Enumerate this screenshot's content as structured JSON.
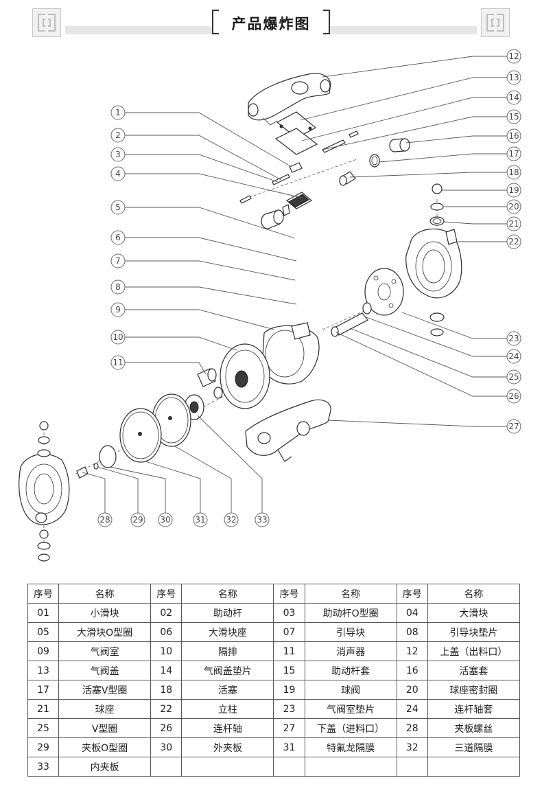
{
  "title": "产品爆炸图",
  "table": {
    "headers": [
      "序号",
      "名称",
      "序号",
      "名称",
      "序号",
      "名称",
      "序号",
      "名称"
    ],
    "rows": [
      [
        {
          "no": "01",
          "name": "小滑块"
        },
        {
          "no": "02",
          "name": "助动杆"
        },
        {
          "no": "03",
          "name": "助动杆O型圈"
        },
        {
          "no": "04",
          "name": "大滑块"
        }
      ],
      [
        {
          "no": "05",
          "name": "大滑块O型圈"
        },
        {
          "no": "06",
          "name": "大滑块座"
        },
        {
          "no": "07",
          "name": "引导块"
        },
        {
          "no": "08",
          "name": "引导块垫片"
        }
      ],
      [
        {
          "no": "09",
          "name": "气阀室"
        },
        {
          "no": "10",
          "name": "隔排"
        },
        {
          "no": "11",
          "name": "消声器"
        },
        {
          "no": "12",
          "name": "上盖（出料口）"
        }
      ],
      [
        {
          "no": "13",
          "name": "气阀盖"
        },
        {
          "no": "14",
          "name": "气阀盖垫片"
        },
        {
          "no": "15",
          "name": "助动杆套"
        },
        {
          "no": "16",
          "name": "活塞套"
        }
      ],
      [
        {
          "no": "17",
          "name": "活塞V型圈"
        },
        {
          "no": "18",
          "name": "活塞"
        },
        {
          "no": "19",
          "name": "球阀"
        },
        {
          "no": "20",
          "name": "球座密封圈"
        }
      ],
      [
        {
          "no": "21",
          "name": "球座"
        },
        {
          "no": "22",
          "name": "立柱"
        },
        {
          "no": "23",
          "name": "气阀室垫片"
        },
        {
          "no": "24",
          "name": "连杆轴套"
        }
      ],
      [
        {
          "no": "25",
          "name": "V型圈"
        },
        {
          "no": "26",
          "name": "连杆轴"
        },
        {
          "no": "27",
          "name": "下盖（进料口）"
        },
        {
          "no": "28",
          "name": "夹板螺丝"
        }
      ],
      [
        {
          "no": "29",
          "name": "夹板O型圈"
        },
        {
          "no": "30",
          "name": "外夹板"
        },
        {
          "no": "31",
          "name": "特氟龙隔膜"
        },
        {
          "no": "32",
          "name": "三道隔膜"
        }
      ],
      [
        {
          "no": "33",
          "name": "内夹板"
        },
        {
          "no": "",
          "name": ""
        },
        {
          "no": "",
          "name": ""
        },
        {
          "no": "",
          "name": ""
        }
      ]
    ]
  },
  "callouts": {
    "left": [
      "1",
      "2",
      "3",
      "4",
      "5",
      "6",
      "7",
      "8",
      "9",
      "10",
      "11"
    ],
    "right": [
      "12",
      "13",
      "14",
      "15",
      "16",
      "17",
      "18",
      "19",
      "20",
      "21",
      "22",
      "23",
      "24",
      "25",
      "26",
      "27"
    ],
    "bottom": [
      "28",
      "29",
      "30",
      "31",
      "32",
      "33"
    ]
  }
}
